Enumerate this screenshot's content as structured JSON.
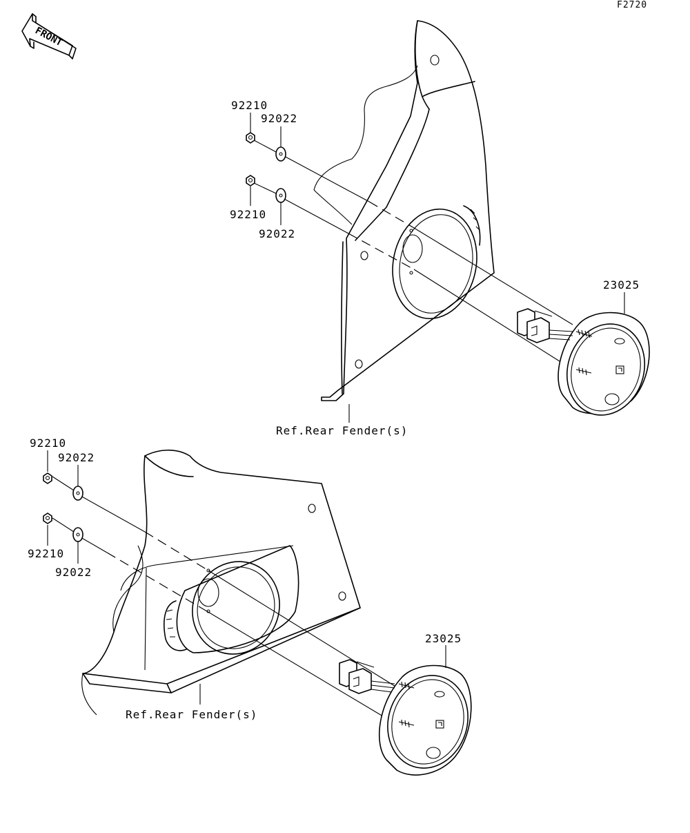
{
  "figure_code": "F2720",
  "front_marker": "FRONT",
  "upper_assembly": {
    "nut_top": "92210",
    "washer_top": "92022",
    "nut_bottom": "92210",
    "washer_bottom": "92022",
    "speaker": "23025",
    "ref_text": "Ref.Rear Fender(s)"
  },
  "lower_assembly": {
    "nut_top": "92210",
    "washer_top": "92022",
    "nut_bottom": "92210",
    "washer_bottom": "92022",
    "speaker": "23025",
    "ref_text": "Ref.Rear Fender(s)"
  }
}
